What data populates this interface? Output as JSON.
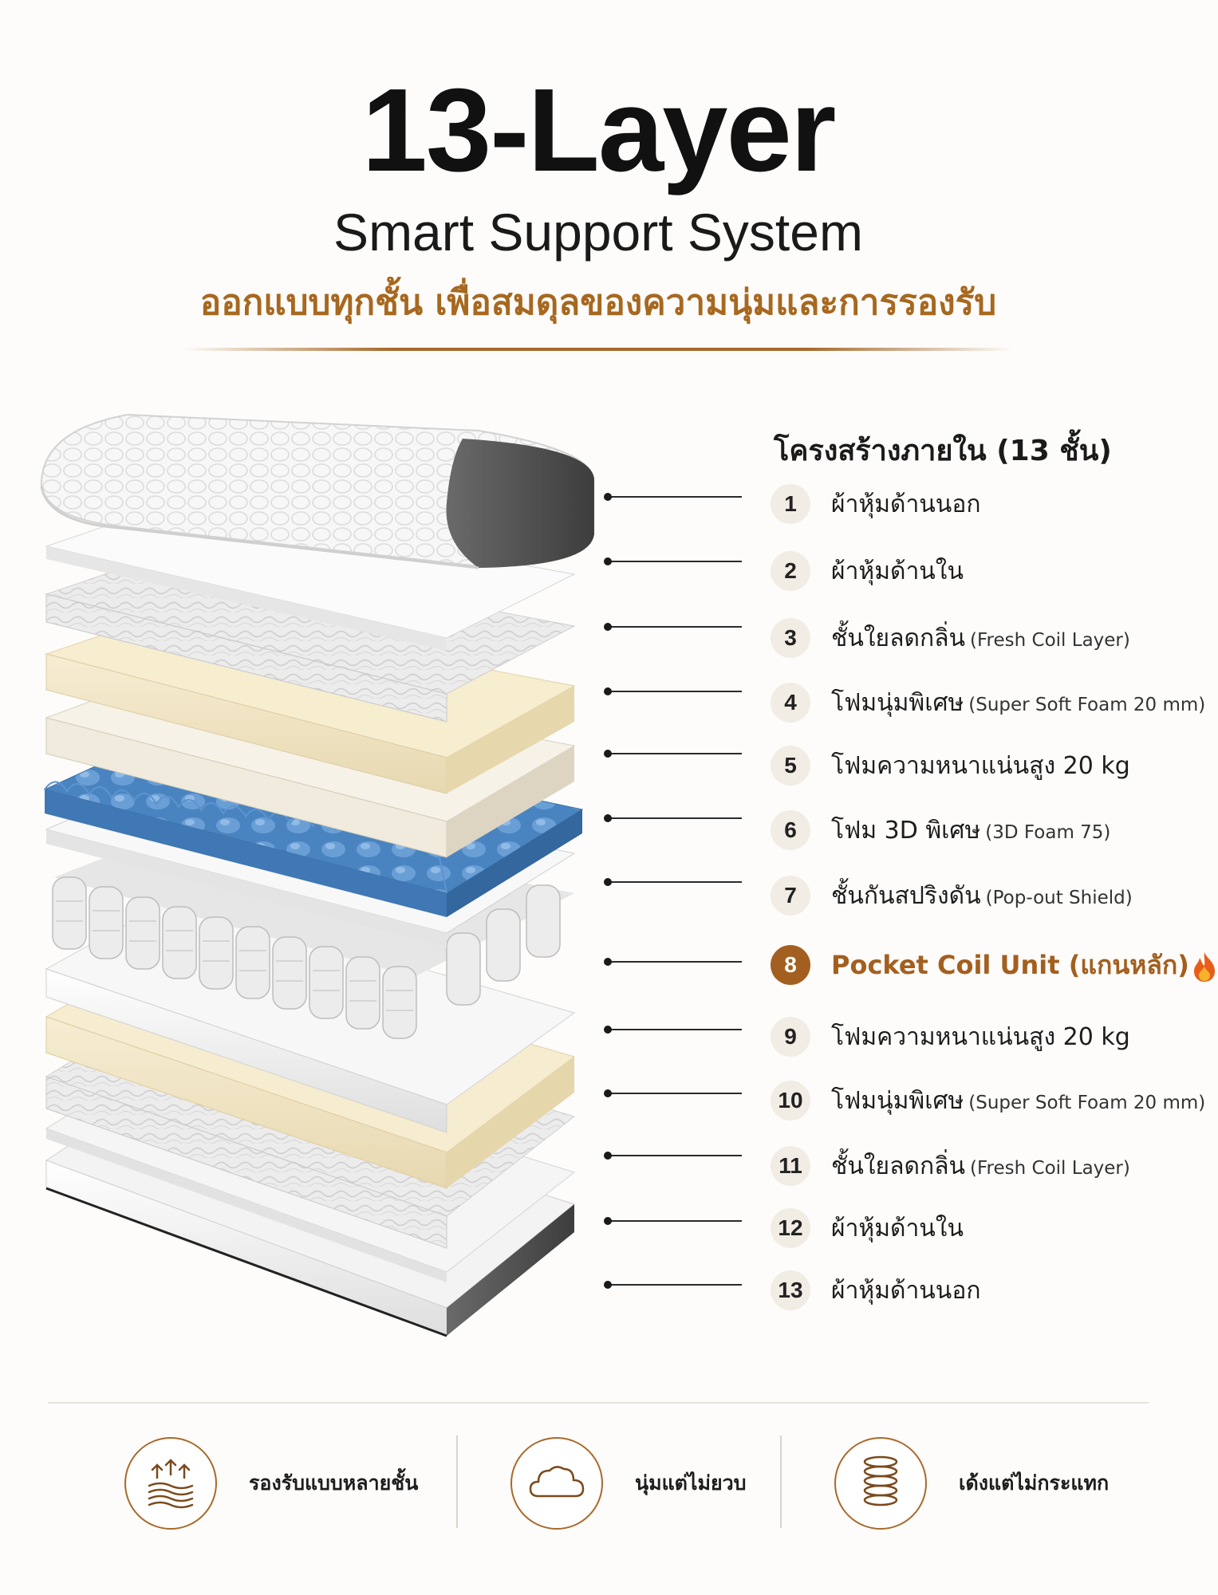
{
  "header": {
    "title": "13-Layer",
    "subtitle": "Smart Support System",
    "tagline": "ออกแบบทุกชั้น เพื่อสมดุลของความนุ่มและการรองรับ"
  },
  "structure": {
    "title": "โครงสร้างภายใน (13 ชั้น)",
    "layers": [
      {
        "number": "1",
        "name": "ผ้าหุ้มด้านนอก",
        "en": ""
      },
      {
        "number": "2",
        "name": "ผ้าหุ้มด้านใน",
        "en": ""
      },
      {
        "number": "3",
        "name": "ชั้นใยลดกลิ่น",
        "en": "(Fresh Coil Layer)"
      },
      {
        "number": "4",
        "name": "โฟมนุ่มพิเศษ",
        "en": "(Super Soft Foam 20 mm)"
      },
      {
        "number": "5",
        "name": "โฟมความหนาแน่นสูง 20 kg",
        "en": ""
      },
      {
        "number": "6",
        "name": "โฟม 3D พิเศษ",
        "en": "(3D Foam 75)"
      },
      {
        "number": "7",
        "name": "ชั้นกันสปริงดัน",
        "en": "(Pop-out Shield)"
      },
      {
        "number": "8",
        "name": "Pocket Coil Unit (แกนหลัก)",
        "en": "",
        "highlight": true,
        "icon": "fire-icon"
      },
      {
        "number": "9",
        "name": "โฟมความหนาแน่นสูง 20 kg",
        "en": ""
      },
      {
        "number": "10",
        "name": "โฟมนุ่มพิเศษ",
        "en": "(Super Soft Foam 20 mm)"
      },
      {
        "number": "11",
        "name": "ชั้นใยลดกลิ่น",
        "en": "(Fresh Coil Layer)"
      },
      {
        "number": "12",
        "name": "ผ้าหุ้มด้านใน",
        "en": ""
      },
      {
        "number": "13",
        "name": "ผ้าหุ้มด้านนอก",
        "en": ""
      }
    ]
  },
  "features": [
    {
      "label": "รองรับแบบหลายชั้น",
      "icon": "layers-support-icon"
    },
    {
      "label": "นุ่มแต่ไม่ยวบ",
      "icon": "cloud-icon"
    },
    {
      "label": "เด้งแต่ไม่กระแทก",
      "icon": "spring-coil-icon"
    }
  ],
  "colors": {
    "accent": "#a35f1f",
    "badge": "#f1ece4",
    "foam_blue": "#4a84c0",
    "foam_cream": "#f4e8c8"
  }
}
